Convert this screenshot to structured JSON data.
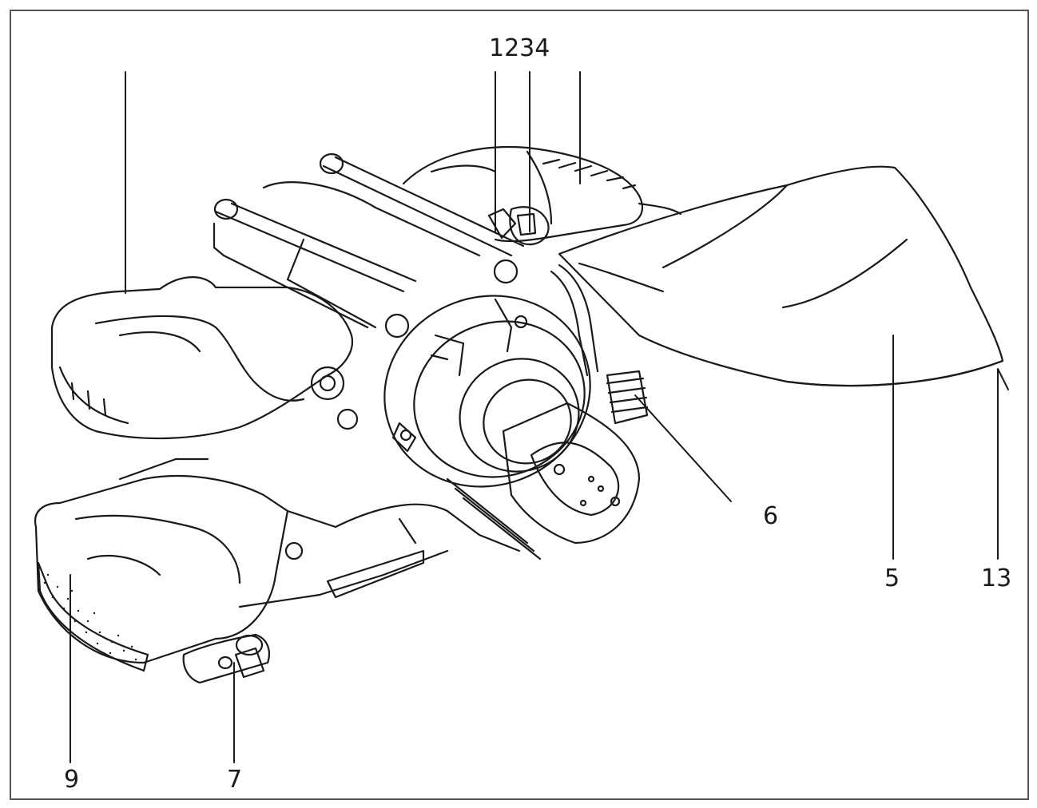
{
  "labels": {
    "top_group": "1234",
    "l6": "6",
    "l5": "5",
    "l13": "13",
    "l9": "9",
    "l7": "7"
  },
  "colors": {
    "line": "#1a1a1a",
    "frame": "#555555",
    "background": "#ffffff"
  }
}
